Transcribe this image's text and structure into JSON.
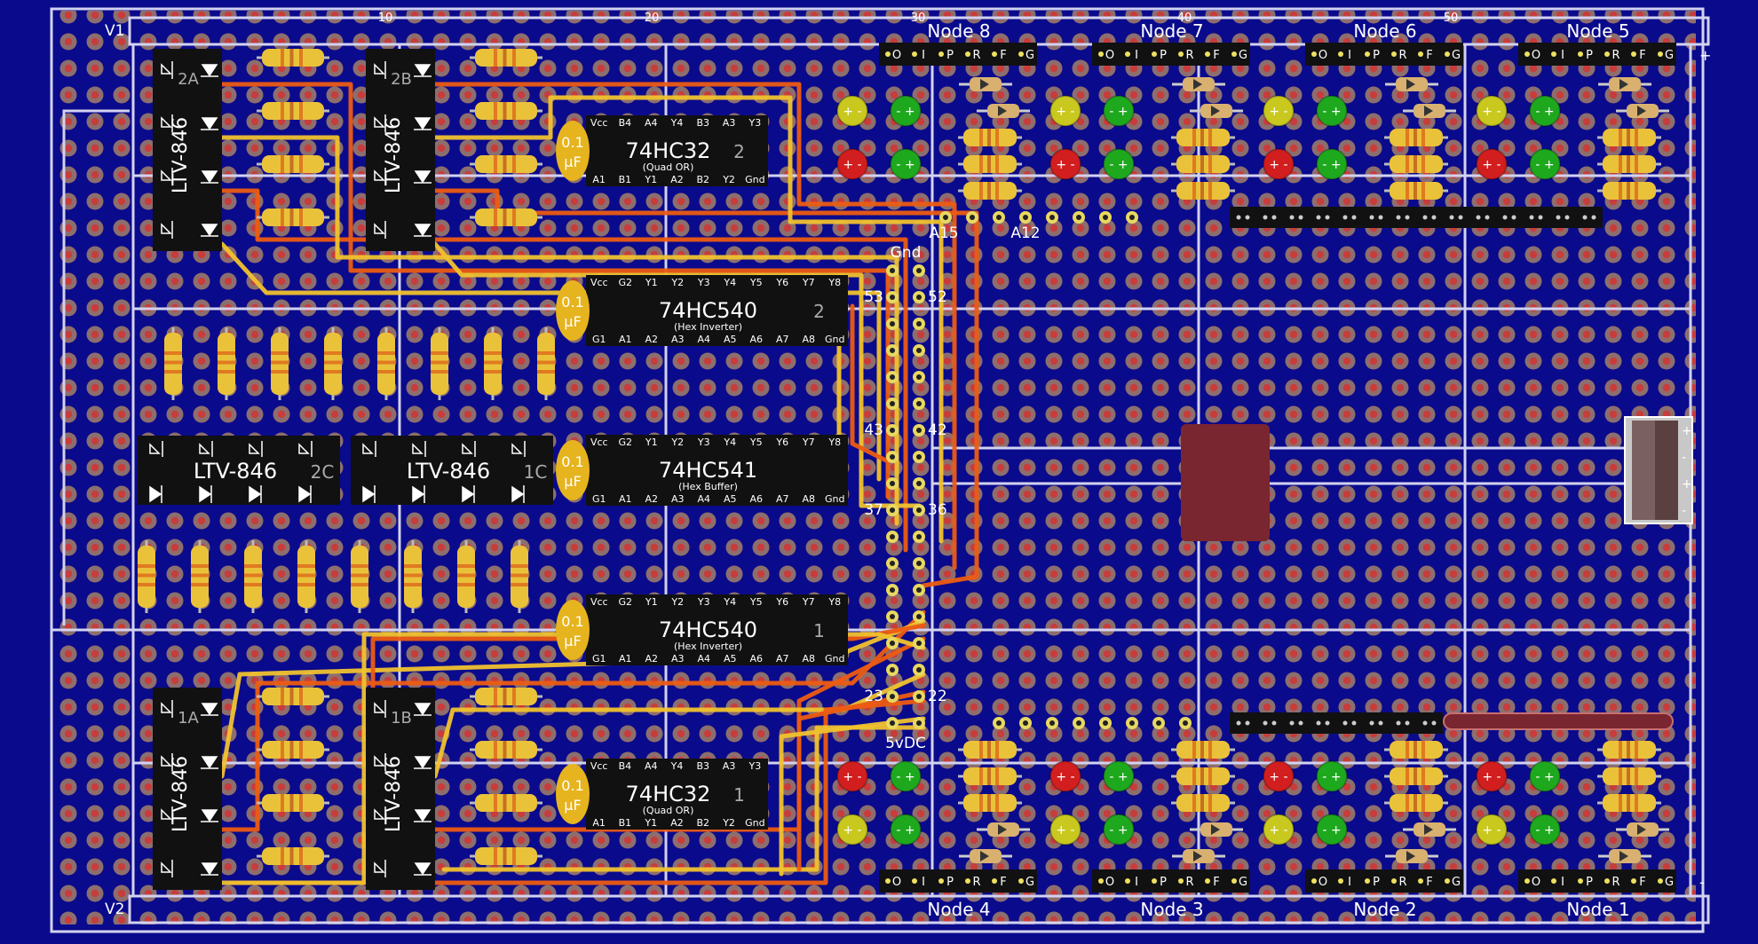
{
  "rails": {
    "top": "V1",
    "bottom": "V2"
  },
  "column_numbers": [
    "10",
    "20",
    "30",
    "40",
    "50"
  ],
  "polarity": {
    "top": "+",
    "bottom": "-"
  },
  "nodes_top": [
    "Node 8",
    "Node 7",
    "Node 6",
    "Node 5"
  ],
  "nodes_bottom": [
    "Node 4",
    "Node 3",
    "Node 2",
    "Node 1"
  ],
  "node_pins": [
    "O",
    "I",
    "P",
    "R",
    "F",
    "G"
  ],
  "opto_label": "LTV-846",
  "optos_vertical": [
    {
      "id": "2A"
    },
    {
      "id": "2B"
    },
    {
      "id": "1A"
    },
    {
      "id": "1B"
    }
  ],
  "optos_horizontal": [
    {
      "id": "2C"
    },
    {
      "id": "1C"
    }
  ],
  "capacitor": {
    "top": "0.1",
    "bottom": "µF"
  },
  "chips": [
    {
      "name": "74HC32",
      "unit": "2",
      "sub": "(Quad OR)",
      "top_pins": [
        "Vcc",
        "B4",
        "A4",
        "Y4",
        "B3",
        "A3",
        "Y3"
      ],
      "bottom_pins": [
        "A1",
        "B1",
        "Y1",
        "A2",
        "B2",
        "Y2",
        "Gnd"
      ]
    },
    {
      "name": "74HC540",
      "unit": "2",
      "sub": "(Hex Inverter)",
      "top_pins": [
        "Vcc",
        "G2",
        "Y1",
        "Y2",
        "Y3",
        "Y4",
        "Y5",
        "Y6",
        "Y7",
        "Y8"
      ],
      "bottom_pins": [
        "G1",
        "A1",
        "A2",
        "A3",
        "A4",
        "A5",
        "A6",
        "A7",
        "A8",
        "Gnd"
      ]
    },
    {
      "name": "74HC541",
      "unit": "",
      "sub": "(Hex Buffer)",
      "top_pins": [
        "Vcc",
        "G2",
        "Y1",
        "Y2",
        "Y3",
        "Y4",
        "Y5",
        "Y6",
        "Y7",
        "Y8"
      ],
      "bottom_pins": [
        "G1",
        "A1",
        "A2",
        "A3",
        "A4",
        "A5",
        "A6",
        "A7",
        "A8",
        "Gnd"
      ]
    },
    {
      "name": "74HC540",
      "unit": "1",
      "sub": "(Hex Inverter)",
      "top_pins": [
        "Vcc",
        "G2",
        "Y1",
        "Y2",
        "Y3",
        "Y4",
        "Y5",
        "Y6",
        "Y7",
        "Y8"
      ],
      "bottom_pins": [
        "G1",
        "A1",
        "A2",
        "A3",
        "A4",
        "A5",
        "A6",
        "A7",
        "A8",
        "Gnd"
      ]
    },
    {
      "name": "74HC32",
      "unit": "1",
      "sub": "(Quad OR)",
      "top_pins": [
        "Vcc",
        "B4",
        "A4",
        "Y4",
        "B3",
        "A3",
        "Y3"
      ],
      "bottom_pins": [
        "A1",
        "B1",
        "Y1",
        "A2",
        "B2",
        "Y2",
        "Gnd"
      ]
    }
  ],
  "header_labels": {
    "gnd": "Gnd",
    "vdc": "5vDC",
    "a15": "A15",
    "a12": "A12",
    "pins": [
      "53",
      "52",
      "43",
      "42",
      "37",
      "36",
      "23",
      "22"
    ]
  },
  "power_block": [
    "+",
    "-",
    "+",
    "-"
  ],
  "colors": {
    "board": "#0a0a8c",
    "hole_ring": "#8c6e6e",
    "hole_center": "#c83c3c",
    "grid_line": "#d2d2f0",
    "chip": "#111111",
    "wire_orange": "#ec5c12",
    "wire_yellow": "#f0c22e",
    "resistor": "#e9c23a",
    "cap": "#e6b41e",
    "led_red": "#d21e1e",
    "led_green": "#1ea81e",
    "led_yellow": "#c8c81e",
    "relay_block": "#7a2630"
  }
}
